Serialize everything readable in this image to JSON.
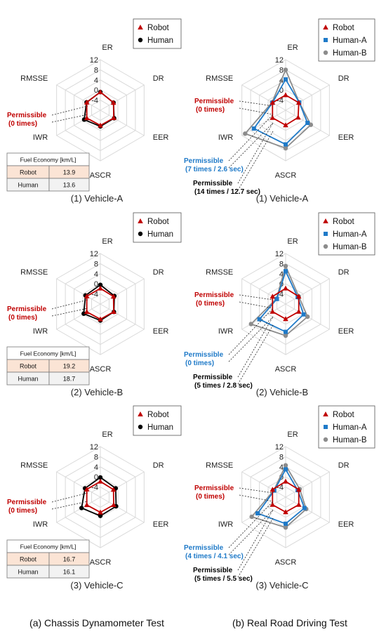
{
  "axes": [
    "ER",
    "DR",
    "EER",
    "ASCR",
    "IWR",
    "RMSSE"
  ],
  "rings": [
    -4,
    0,
    4,
    8,
    12
  ],
  "range": [
    -8,
    12
  ],
  "colors": {
    "robot": "#c00000",
    "human": "#000000",
    "human_a": "#1f7ac8",
    "human_b": "#8c8c8c",
    "note_red": "#c00000",
    "note_blue": "#1f7ac8"
  },
  "column_titles": {
    "chassis": "(a) Chassis Dynamometer Test",
    "road": "(b) Real Road Driving Test"
  },
  "fuel_table_header": "Fuel Economy [km/L]",
  "chart_data": [
    {
      "id": "chassis-vehicle-a",
      "type": "radar",
      "caption": "(1) Vehicle-A",
      "series": [
        {
          "name": "Robot",
          "marker": "triangle",
          "color": "#c00000",
          "values": [
            -0.8,
            -2.0,
            -1.9,
            -2.0,
            -1.8,
            -1.8
          ]
        },
        {
          "name": "Human",
          "marker": "circle",
          "color": "#000000",
          "values": [
            -0.8,
            -2.0,
            -1.7,
            -1.6,
            -0.6,
            -1.7
          ]
        }
      ],
      "annotations": [
        {
          "lines": [
            "Permissible",
            "(0 times)"
          ],
          "color": "#c00000"
        }
      ],
      "fuel_economy": [
        {
          "label": "Robot",
          "value": "13.9"
        },
        {
          "label": "Human",
          "value": "13.6"
        }
      ]
    },
    {
      "id": "road-vehicle-a",
      "type": "radar",
      "caption": "(1) Vehicle-A",
      "series": [
        {
          "name": "Robot",
          "marker": "triangle",
          "color": "#c00000",
          "values": [
            -2.0,
            -2.0,
            -2.3,
            -2.1,
            -2.0,
            -2.0
          ]
        },
        {
          "name": "Human-A",
          "marker": "square",
          "color": "#1f7ac8",
          "values": [
            4.2,
            -1.8,
            2.0,
            5.5,
            6.5,
            -2.0
          ]
        },
        {
          "name": "Human-B",
          "marker": "circle",
          "color": "#8c8c8c",
          "values": [
            8.0,
            -1.8,
            3.5,
            7.0,
            10.5,
            -1.8
          ]
        }
      ],
      "annotations": [
        {
          "lines": [
            "Permissible",
            "(0 times)"
          ],
          "color": "#c00000"
        },
        {
          "lines": [
            "Permissible",
            "(7 times / 2.6 sec)"
          ],
          "color": "#1f7ac8"
        },
        {
          "lines": [
            "Permissible",
            "(14 times / 12.7 sec)"
          ],
          "color": "#000000"
        }
      ]
    },
    {
      "id": "chassis-vehicle-b",
      "type": "radar",
      "caption": "(2) Vehicle-B",
      "series": [
        {
          "name": "Robot",
          "marker": "triangle",
          "color": "#c00000",
          "values": [
            -1.8,
            -2.0,
            -1.9,
            -2.0,
            -1.8,
            -1.8
          ]
        },
        {
          "name": "Human",
          "marker": "circle",
          "color": "#000000",
          "values": [
            -0.4,
            -1.6,
            -1.8,
            -1.5,
            -0.4,
            -1.2
          ]
        }
      ],
      "annotations": [
        {
          "lines": [
            "Permissible",
            "(0 times)"
          ],
          "color": "#c00000"
        }
      ],
      "fuel_economy": [
        {
          "label": "Robot",
          "value": "19.2"
        },
        {
          "label": "Human",
          "value": "18.7"
        }
      ]
    },
    {
      "id": "road-vehicle-b",
      "type": "radar",
      "caption": "(2) Vehicle-B",
      "series": [
        {
          "name": "Robot",
          "marker": "triangle",
          "color": "#c00000",
          "values": [
            -1.8,
            -2.0,
            -2.0,
            -2.1,
            -2.0,
            -2.0
          ]
        },
        {
          "name": "Human-A",
          "marker": "square",
          "color": "#1f7ac8",
          "values": [
            5.0,
            -2.5,
            0.2,
            3.0,
            4.0,
            -4.0
          ]
        },
        {
          "name": "Human-B",
          "marker": "circle",
          "color": "#8c8c8c",
          "values": [
            7.0,
            -2.0,
            2.0,
            4.5,
            7.8,
            -3.8
          ]
        }
      ],
      "annotations": [
        {
          "lines": [
            "Permissible",
            "(0 times)"
          ],
          "color": "#c00000"
        },
        {
          "lines": [
            "Permissible",
            "(0 times)"
          ],
          "color": "#1f7ac8"
        },
        {
          "lines": [
            "Permissible",
            "(5 times / 2.8 sec)"
          ],
          "color": "#000000"
        }
      ]
    },
    {
      "id": "chassis-vehicle-c",
      "type": "radar",
      "caption": "(3) Vehicle-C",
      "series": [
        {
          "name": "Robot",
          "marker": "triangle",
          "color": "#c00000",
          "values": [
            -1.8,
            -2.0,
            -1.9,
            -2.0,
            -1.8,
            -1.8
          ]
        },
        {
          "name": "Human",
          "marker": "circle",
          "color": "#000000",
          "values": [
            -0.2,
            -1.0,
            -0.8,
            -0.6,
            0.6,
            -1.0
          ]
        }
      ],
      "annotations": [
        {
          "lines": [
            "Permissible",
            "(0 times)"
          ],
          "color": "#c00000"
        }
      ],
      "fuel_economy": [
        {
          "label": "Robot",
          "value": "16.7"
        },
        {
          "label": "Human",
          "value": "16.1"
        }
      ]
    },
    {
      "id": "road-vehicle-c",
      "type": "radar",
      "caption": "(3) Vehicle-C",
      "series": [
        {
          "name": "Robot",
          "marker": "triangle",
          "color": "#c00000",
          "values": [
            -1.8,
            -2.0,
            -2.0,
            -2.1,
            -2.0,
            -2.0
          ]
        },
        {
          "name": "Human-A",
          "marker": "square",
          "color": "#1f7ac8",
          "values": [
            3.0,
            -2.5,
            0.6,
            2.5,
            4.8,
            -2.8
          ]
        },
        {
          "name": "Human-B",
          "marker": "circle",
          "color": "#8c8c8c",
          "values": [
            4.6,
            -1.6,
            1.4,
            4.0,
            7.5,
            -2.6
          ]
        }
      ],
      "annotations": [
        {
          "lines": [
            "Permissible",
            "(0 times)"
          ],
          "color": "#c00000"
        },
        {
          "lines": [
            "Permissible",
            "(4 times / 4.1 sec)"
          ],
          "color": "#1f7ac8"
        },
        {
          "lines": [
            "Permissible",
            "(5 times / 5.5 sec)"
          ],
          "color": "#000000"
        }
      ]
    }
  ]
}
